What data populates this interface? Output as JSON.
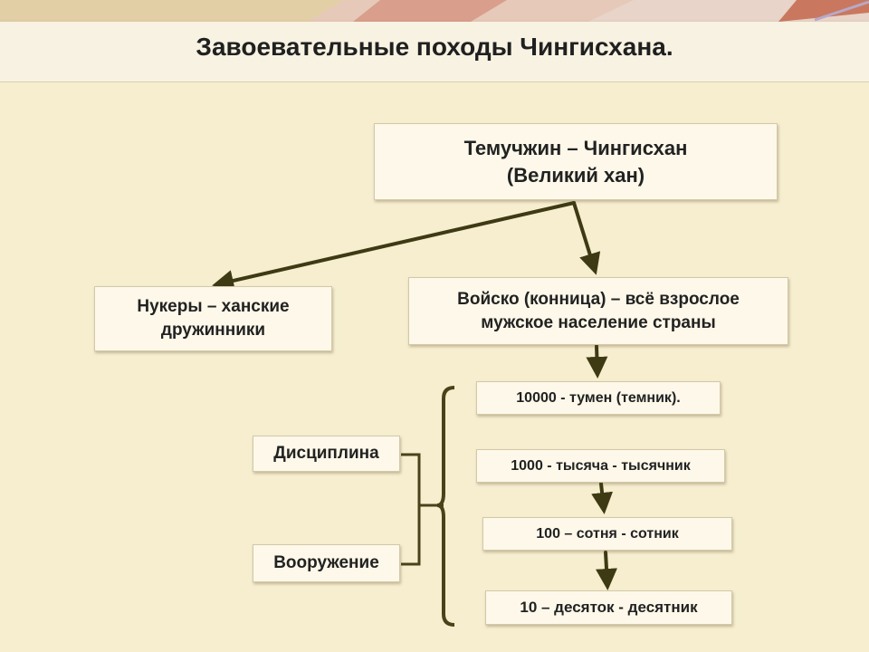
{
  "title": "Завоевательные походы Чингисхана.",
  "nodes": {
    "khan": {
      "line1": "Темучжин – Чингисхан",
      "line2": "(Великий хан)"
    },
    "nukers": {
      "line1": "Нукеры – ханские",
      "line2": "дружинники"
    },
    "army": {
      "line1": "Войско (конница) – всё взрослое",
      "line2": "мужское население страны"
    },
    "tumen": "10000 -  тумен (темник).",
    "thousand": "1000 - тысяча - тысячник",
    "hundred": "100 – сотня - сотник",
    "ten": "10 – десяток - десятник",
    "discipline": "Дисциплина",
    "armament": "Вооружение"
  },
  "colors": {
    "arrow": "#3d3a14",
    "bracket": "#4a4218",
    "background": "#f7eed0",
    "box_fill": "#fdf8e9"
  }
}
